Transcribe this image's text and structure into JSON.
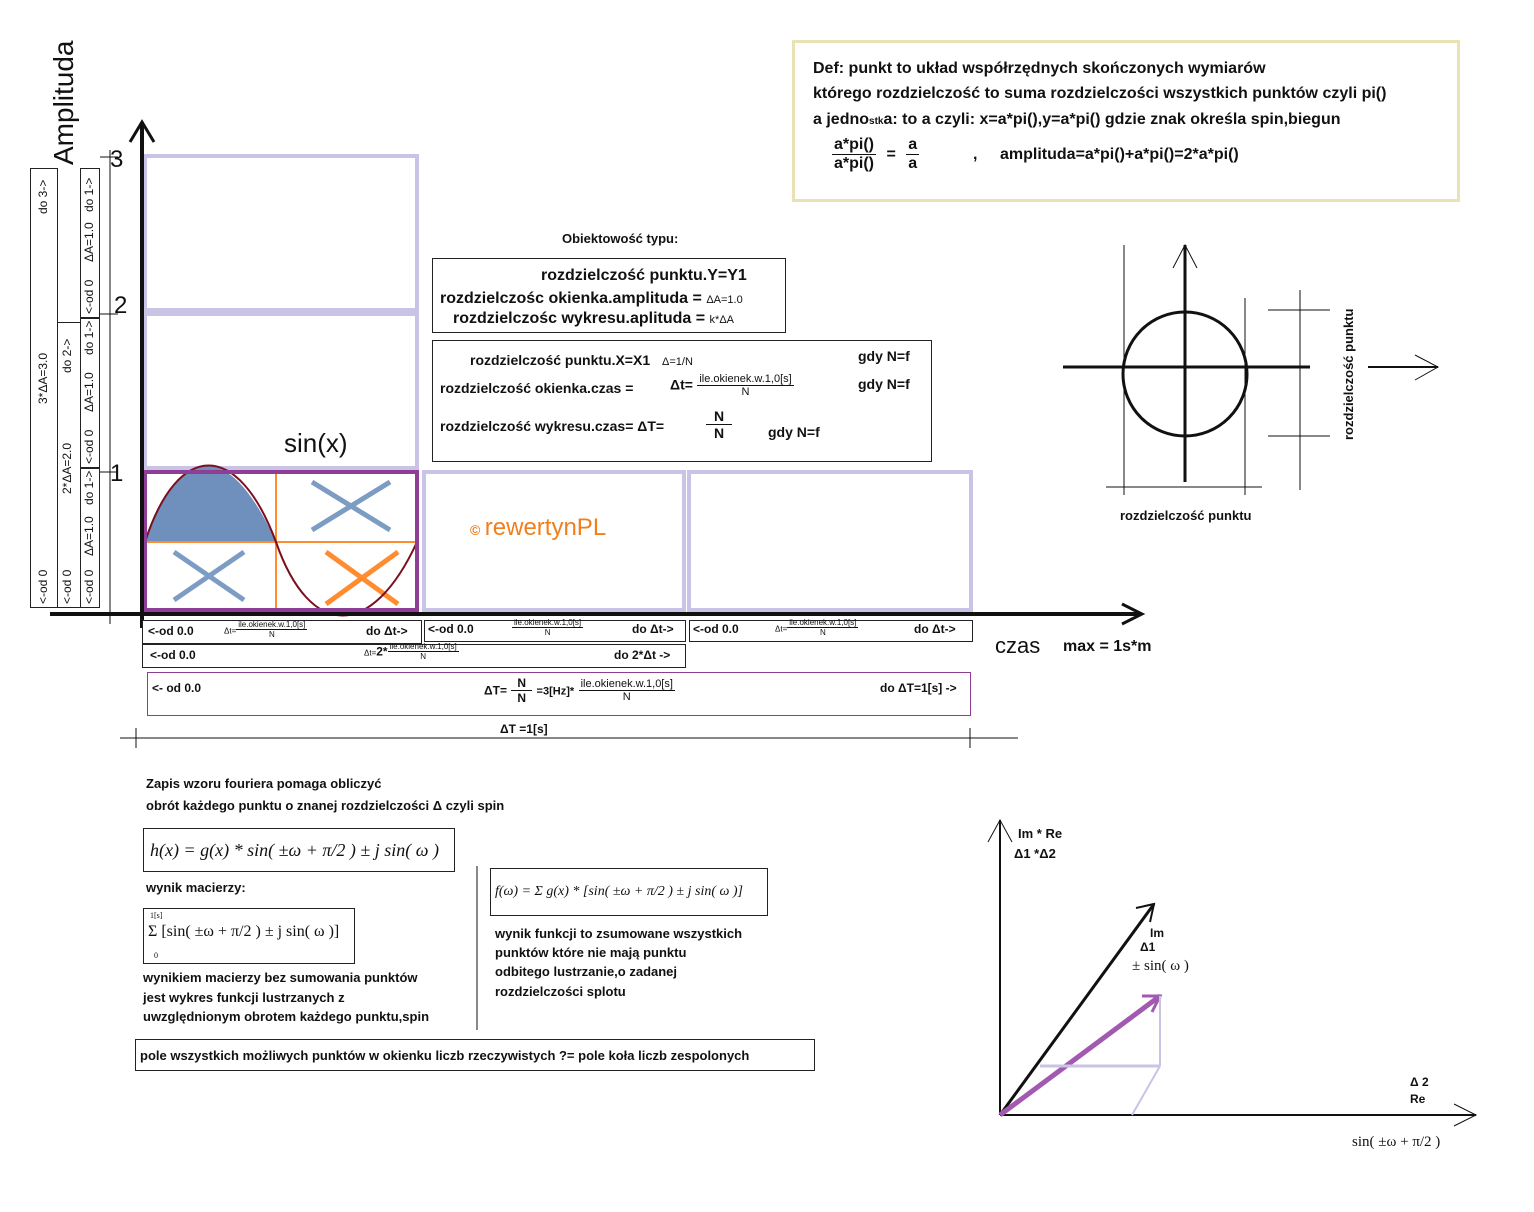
{
  "def": {
    "line1": "Def: punkt to układ współrzędnych skończonych wymiarów",
    "line2": "którego rozdzielczość to suma rozdzielczości wszystkich punktów czyli pi()",
    "line3a": "a jedno",
    "line3b": "stk",
    "line3c": "a:",
    "line3d": "to a czyli: x=a*pi(),y=a*pi() gdzie znak określa spin,biegun",
    "frac_num": "a*pi()",
    "frac_den": "a*pi()",
    "eq": "=",
    "frac2_num": "a",
    "frac2_den": "a",
    "comma": ",",
    "amplituda": "amplituda=a*pi()+a*pi()=2*a*pi()"
  },
  "axis": {
    "y_label": "Amplituda",
    "x_label": "czas",
    "x_max": "max = 1s*m",
    "tick1": "1",
    "tick2": "2",
    "tick3": "3"
  },
  "left_scale": {
    "col_a": [
      "do 3->",
      "3*ΔA=3.0",
      "<-od 0"
    ],
    "col_b": [
      "do 2->",
      "2*ΔA=2.0",
      "<-od 0"
    ],
    "col_c": [
      "do 1->",
      "ΔA=1.0",
      "<-od 0"
    ],
    "col_c2": [
      "do 1->",
      "ΔA=1.0",
      "<-od 0"
    ],
    "col_c3": [
      "do 1->",
      "ΔA=1.0",
      "<-od 0"
    ]
  },
  "sin_label": "sin(x)",
  "copyright": {
    "symbol": "©",
    "text": "rewertynPL"
  },
  "obiektywnosc": {
    "title": "Obiektowość typu:",
    "r1": "rozdzielczość punktu.Y=Y1",
    "r2": "rozdzielczośc okienka.amplituda =",
    "r2s": "ΔA=1.0",
    "r3": "rozdzielczośc wykresu.aplituda =",
    "r3s": "k*ΔA"
  },
  "time_box": {
    "r1": "rozdzielczość punktu.X=X1",
    "r1s": "Δ=1/N",
    "r1g": "gdy N=f",
    "r2": "rozdzielczość okienka.czas =",
    "r2dt": "Δt=",
    "r2num": "ile.okienek.w.1,0[s]",
    "r2den": "N",
    "r2g": "gdy N=f",
    "r3": "rozdzielczość wykresu.czas= ΔT=",
    "r3num": "N",
    "r3den": "N",
    "r3g": "gdy N=f"
  },
  "circle": {
    "right_label": "rozdzielczość punktu",
    "bottom_label": "rozdzielczość punktu"
  },
  "time_rows": {
    "a1_from": "<-od 0.0",
    "a1_dt": "Δt=",
    "a1_num": "ile.okienek.w.1,0[s]",
    "a1_den": "N",
    "a1_to": "do Δt->",
    "a2_from": "<-od 0.0",
    "a2_num": "ile.okienek.w.1,0[s]",
    "a2_den": "N",
    "a2_to": "do Δt->",
    "a3_from": "<-od 0.0",
    "a3_dt": "Δt=",
    "a3_num": "ile.okienek.w.1,0[s]",
    "a3_den": "N",
    "a3_to": "do Δt->",
    "b_from": "<-od 0.0",
    "b_dt": "Δt=",
    "b_mul": "2*",
    "b_num": "ile.okienek.w.1,0[s]",
    "b_den": "N",
    "b_to": "do 2*Δt ->",
    "c_from": "<- od 0.0",
    "c_dT": "ΔT=",
    "c_num": "N",
    "c_den": "N",
    "c_mid": "=3[Hz]*",
    "c_num2": "ile.okienek.w.1,0[s]",
    "c_den2": "N",
    "c_to": "do ΔT=1[s] ->",
    "total": "ΔT =1[s]"
  },
  "fourier": {
    "intro1": "Zapis wzoru fouriera pomaga obliczyć",
    "intro2": "obrót każdego punktu o znanej rozdzielczości Δ czyli spin",
    "formula_h": "h(x) = g(x) * sin( ±ω + π/2 ) ± j sin( ω )",
    "wynik_macierzy": "wynik macierzy:",
    "formula_sum": "Σ [sin( ±ω + π/2 ) ± j sin( ω )]",
    "sum_top": "1[s]",
    "sum_bot": "0",
    "desc1": "wynikiem macierzy bez sumowania punktów",
    "desc2": "jest wykres funkcji lustrzanych z",
    "desc3": "uwzględnionym obrotem każdego punktu,spin",
    "formula_f": "f(ω) = Σ g(x) * [sin( ±ω + π/2 ) ± j sin( ω )]",
    "f_desc1": "wynik funkcji to zsumowane wszystkich",
    "f_desc2": "punktów które nie mają punktu",
    "f_desc3": "odbitego lustrzanie,o zadanej",
    "f_desc4": "rozdzielczości splotu",
    "pole": "pole wszystkich możliwych punktów w okienku liczb rzeczywistych ?= pole koła liczb zespolonych"
  },
  "complex": {
    "top1": "Im  *  Re",
    "top2": "Δ1 *Δ2",
    "im1": "Im",
    "im2": "Δ1",
    "im3": "± sin( ω )",
    "re1": "Δ 2",
    "re2": "Re",
    "re3": "sin( ±ω + π/2 )"
  },
  "colors": {
    "lavender": "#c9c4e6",
    "purple": "#8e3f95",
    "steel": "#6b8fbd",
    "orange": "#ff8c2e",
    "maroon": "#7a0f1e",
    "copyright": "#f07f1e",
    "defbox": "#e9e2b4"
  }
}
